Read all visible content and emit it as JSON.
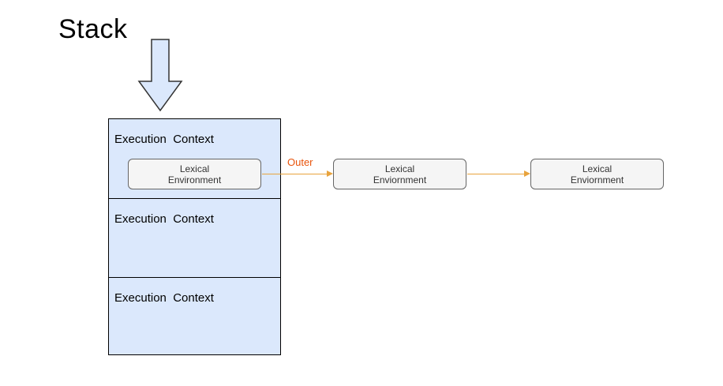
{
  "colors": {
    "stack_fill": "#dbe8fc",
    "stack_border": "#000000",
    "lexical_fill": "#f5f5f5",
    "lexical_border": "#666666",
    "arrow": "#e8a33d",
    "outer_label": "#e8540c",
    "block_arrow_fill": "#dbe8fc",
    "block_arrow_border": "#333333"
  },
  "stack": {
    "title": "Stack",
    "sections": [
      {
        "label": "Execution  Context"
      },
      {
        "label": "Execution  Context"
      },
      {
        "label": "Execution  Context"
      }
    ],
    "lexical": {
      "line1": "Lexical",
      "line2": "Environment"
    }
  },
  "chain": {
    "outer_label": "Outer",
    "boxes": [
      {
        "line1": "Lexical",
        "line2": "Enviornment"
      },
      {
        "line1": "Lexical",
        "line2": "Enviornment"
      }
    ]
  }
}
